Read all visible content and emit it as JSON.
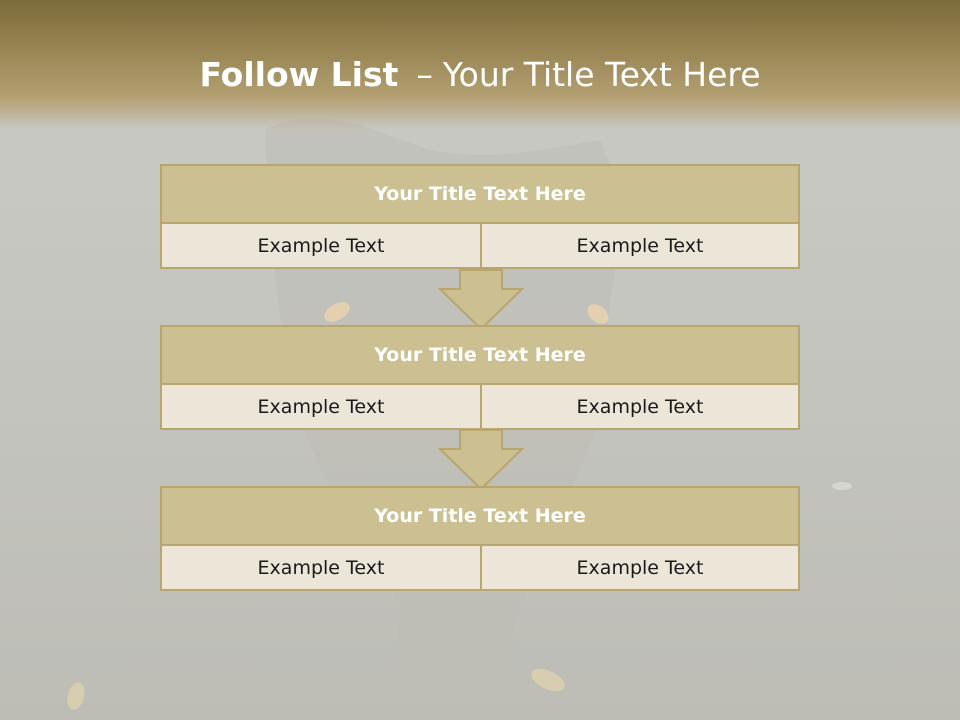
{
  "slide": {
    "title_bold": "Follow List",
    "title_separator": "–",
    "title_rest": "Your Title Text Here"
  },
  "steps": [
    {
      "title": "Your Title Text Here",
      "left": "Example Text",
      "right": "Example Text"
    },
    {
      "title": "Your Title Text Here",
      "left": "Example Text",
      "right": "Example Text"
    },
    {
      "title": "Your Title Text Here",
      "left": "Example Text",
      "right": "Example Text"
    }
  ],
  "colors": {
    "header_band": "#8b7847",
    "box_header": "#ccbf92",
    "box_body": "#ece6d8",
    "border": "#b8a66e"
  },
  "icons": [
    "down-arrow-icon",
    "down-arrow-icon"
  ]
}
